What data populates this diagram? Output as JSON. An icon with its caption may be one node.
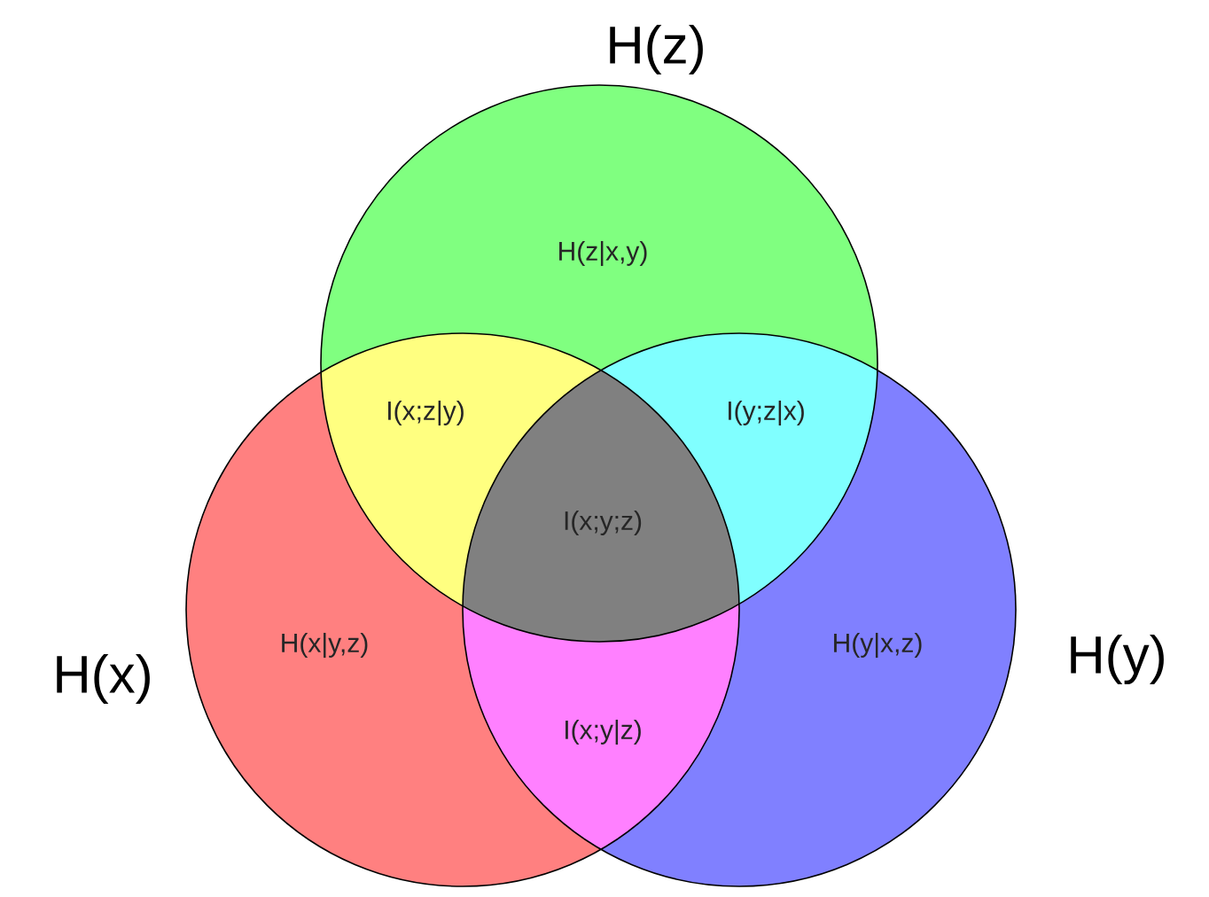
{
  "diagram": {
    "nodes": [
      {
        "text": [
          "H(z)",
          "H(z|x,y)"
        ]
      },
      {
        "text": [
          "H(x)",
          "H(x|y,z)"
        ]
      },
      {
        "text": [
          "H(y|x,z)",
          "H(y)"
        ]
      }
    ],
    "labels": [
      "I(x;z|y)",
      "I(y;z|x)",
      "I(x;y;z)",
      "I(x;y|z)"
    ]
  }
}
